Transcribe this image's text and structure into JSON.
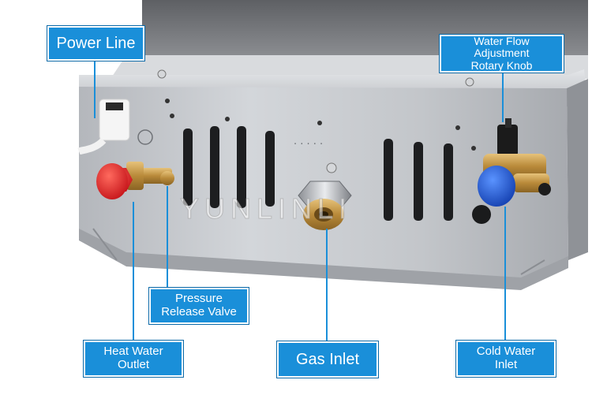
{
  "labels": {
    "power_line": "Power Line",
    "water_flow": [
      "Water Flow",
      "Adjustment",
      "Rotary Knob"
    ],
    "pressure_valve": [
      "Pressure",
      "Release Valve"
    ],
    "heat_outlet": [
      "Heat Water",
      "Outlet"
    ],
    "gas_inlet": "Gas Inlet",
    "cold_inlet": [
      "Cold Water",
      "Inlet"
    ]
  },
  "watermark": "YUNLINLI",
  "colors": {
    "callout_bg": "#1a8fd9",
    "hot_cap": "#e8282a",
    "cold_cap": "#1f5fd6",
    "brass": "#c59a4a"
  }
}
